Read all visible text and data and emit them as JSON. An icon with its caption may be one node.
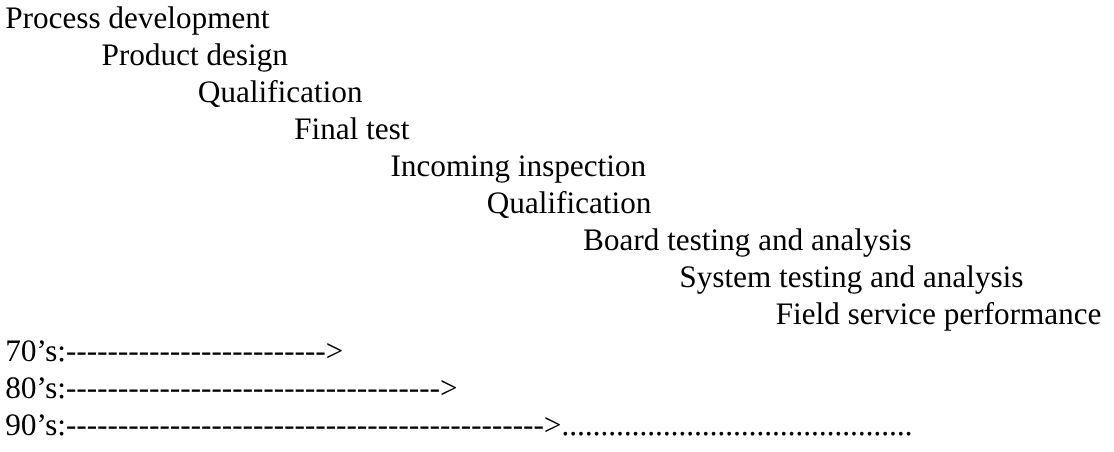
{
  "diagram": {
    "labels": [
      "Process development",
      "Product design",
      "Qualification",
      "Final test",
      "Incoming inspection",
      "Qualification",
      "Board testing and analysis",
      "System testing and analysis",
      "Field service performance",
      "70’s:------------------------->",
      "80’s:------------------------------------>",
      "90’s:---------------------------------------------->............................................."
    ]
  }
}
